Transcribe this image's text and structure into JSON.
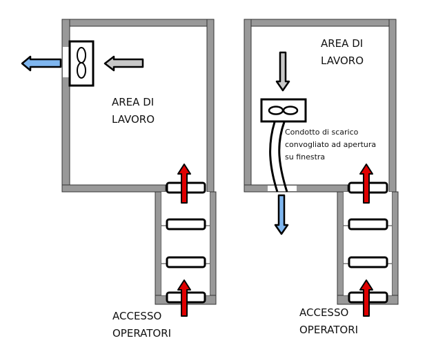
{
  "diagram": {
    "left_panel": {
      "room_label_line1": "AREA DI",
      "room_label_line2": "LAVORO",
      "access_label_line1": "ACCESSO",
      "access_label_line2": "OPERATORI",
      "fan_icon": "fan-vertical-icon",
      "airflow_in_color": "#c8c8c8",
      "airflow_out_color": "#7fb6ef"
    },
    "right_panel": {
      "room_label_line1": "AREA DI",
      "room_label_line2": "LAVORO",
      "duct_label_line1": "Condotto di scarico",
      "duct_label_line2": "convogliato ad apertura",
      "duct_label_line3": "su finestra",
      "access_label_line1": "ACCESSO",
      "access_label_line2": "OPERATORI",
      "fan_icon": "fan-horizontal-icon",
      "airflow_in_color": "#c8c8c8",
      "airflow_out_color": "#7fb6ef"
    },
    "colors": {
      "wall": "#999999",
      "operator_arrow": "#e00000",
      "outline": "#000000"
    }
  }
}
